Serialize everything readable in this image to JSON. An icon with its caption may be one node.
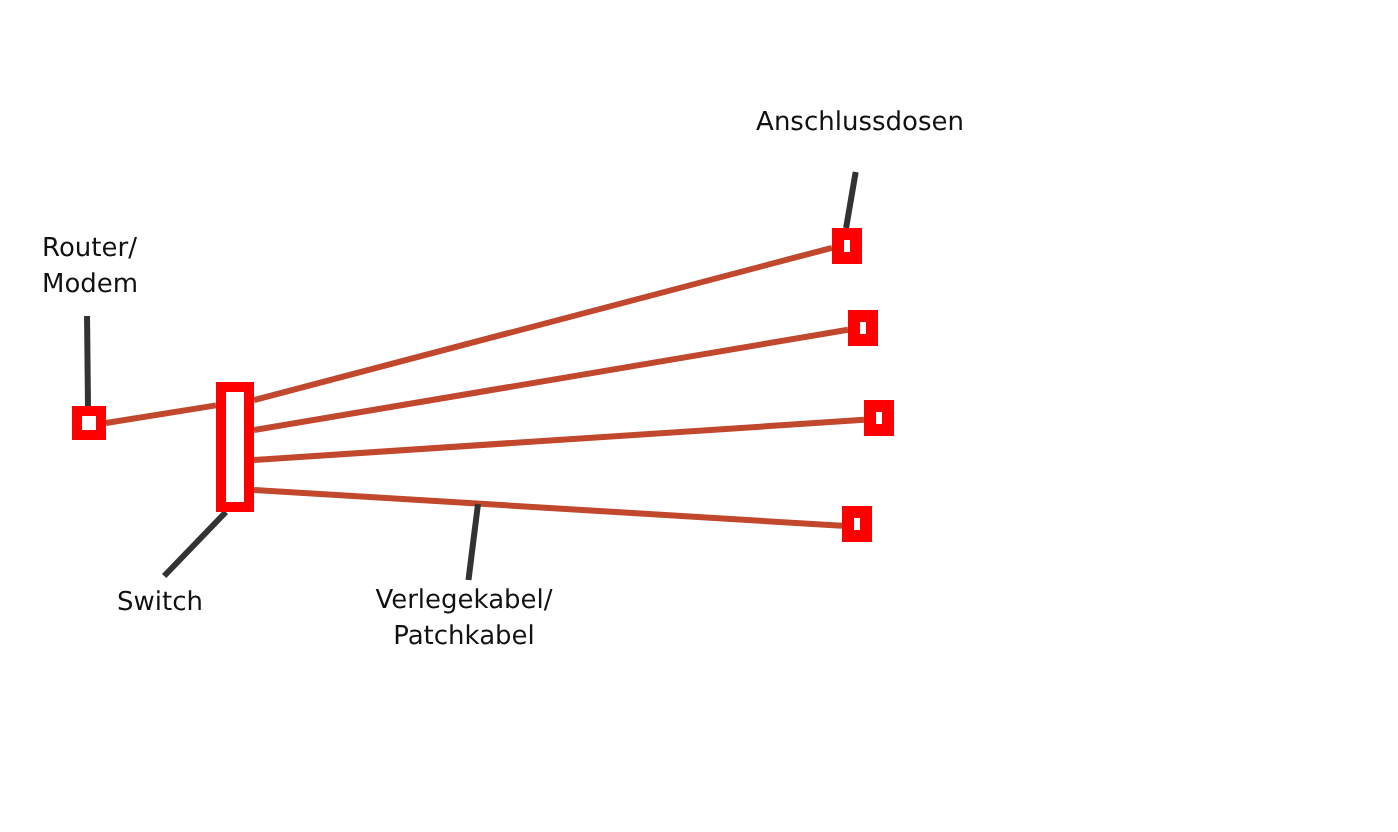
{
  "diagram": {
    "nodes": [
      {
        "text": [
          "Anschlussdosen"
        ]
      },
      {
        "text": [
          "Router/ Modem"
        ]
      },
      {
        "text": [],
        "shape": "box"
      },
      {
        "text": [],
        "shape": "box"
      },
      {
        "text": [],
        "shape": "box"
      },
      {
        "text": [],
        "shape": "box"
      },
      {
        "text": [],
        "shape": "box"
      },
      {
        "text": [],
        "shape": "box"
      },
      {
        "text": [
          "Switch"
        ]
      },
      {
        "text": [
          "Verlegekabel/ Patchkabel"
        ]
      }
    ],
    "edges": [
      {
        "from": 0,
        "to": 4,
        "arrow": "none",
        "color": "#333333"
      },
      {
        "from": 1,
        "to": 2,
        "arrow": "none",
        "color": "#333333"
      },
      {
        "from": 2,
        "to": 3,
        "arrow": "none"
      },
      {
        "from": 3,
        "to": 4,
        "arrow": "none"
      },
      {
        "from": 3,
        "to": 5,
        "arrow": "none"
      },
      {
        "from": 3,
        "to": 6,
        "arrow": "none"
      },
      {
        "from": 3,
        "to": 7,
        "arrow": "none"
      },
      {
        "from": 8,
        "to": 3,
        "arrow": "none",
        "color": "#333333"
      },
      {
        "from": 9,
        "to": null,
        "arrow": "none",
        "color": "#333333"
      }
    ]
  }
}
